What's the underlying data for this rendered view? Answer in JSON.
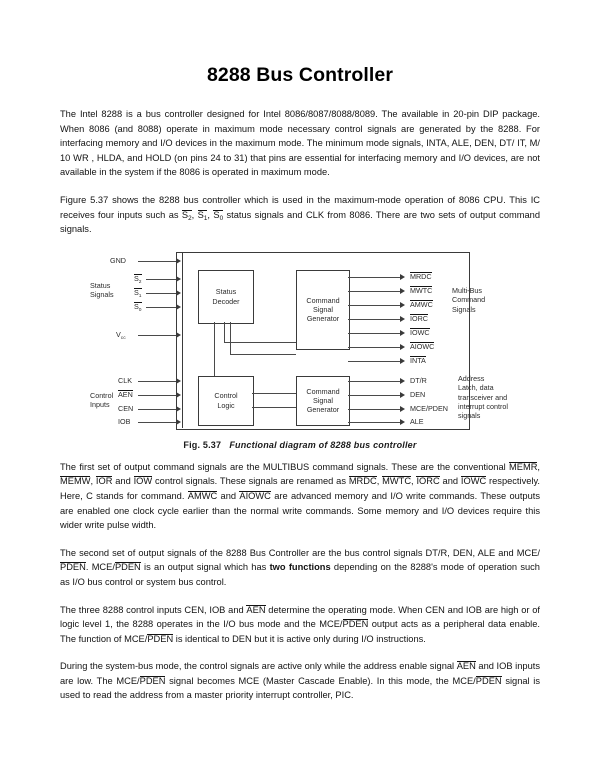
{
  "document": {
    "title": "8288 Bus Controller"
  },
  "paragraphs": {
    "p1_a": "The Intel 8288 is a  bus controller designed for Intel 8086/8087/8088/8089. The available in 20-pin DIP package. When 8086 (and 8088) operate in maximum mode necessary control signals are generated by the 8288. For interfacing memory and I/O devices in the maximum mode. The minimum mode signals, INTA, ALE, DEN, DT/ IT, M/ 10 WR , HLDA, and HOLD (on pins 24 to 31) that pins are essential for interfacing memory and I/O devices, are not available in the system if the 8086 is operated in maximum mode.",
    "p2_a": "Figure 5.37 shows the 8288 bus controller which is used in the maximum-mode operation of 8086 CPU. This IC receives four inputs such as ",
    "p2_s2": "S",
    "p2_s2sub": "2",
    "p2_s1": "S",
    "p2_s1sub": "1",
    "p2_s0": "S",
    "p2_s0sub": "0",
    "p2_b": " status signals and CLK from 8086. There are two sets of output command signals.",
    "p3_a": "The first set of output command signals are the MULTIBUS command signals. These are the conventional ",
    "p3_memr": "MEMR",
    "p3_sep1": ", ",
    "p3_memw": "MEMW",
    "p3_sep2": ", ",
    "p3_ior": "IOR",
    "p3_sep3": " and ",
    "p3_iow": "IOW",
    "p3_b": " control signals. These signals are renamed as ",
    "p3_mrdc": "MRDC",
    "p3_sep4": ", ",
    "p3_mwtc": "MWTC",
    "p3_sep5": ", ",
    "p3_iorc": "IORC",
    "p3_sep6": " and ",
    "p3_iowc": "IOWC",
    "p3_c": " respectively. Here, C stands for command. ",
    "p3_amwc": "AMWC",
    "p3_sep7": " and ",
    "p3_aiowc": "AIOWC",
    "p3_d": " are advanced memory and I/O write commands. These outputs are enabled one clock cycle earlier than the normal write commands. Some memory and I/O devices require this wider write pulse width.",
    "p4_a": "The second set of output signals of the 8288 Bus Controller are the bus control signals DT/R, DEN, ALE and MCE/",
    "p4_pden1": "PDEN",
    "p4_b": ". MCE/",
    "p4_pden2": "PDEN",
    "p4_c": " is an output signal which has ",
    "p4_bold": "two functions",
    "p4_d": " depending on the 8288's mode of operation such as I/O bus control or system bus control.",
    "p5_a": "The three 8288 control inputs CEN, IOB and ",
    "p5_aen": "AEN",
    "p5_b": " determine the operating mode. When CEN and IOB are high or of logic level 1, the 8288 operates in the I/O bus mode and the MCE/",
    "p5_pden1": "PDEN",
    "p5_c": " output acts as a peripheral data enable. The function of MCE/",
    "p5_pden2": "PDEN",
    "p5_d": " is identical to DEN but it is active only during I/O instructions.",
    "p6_a": "During the system-bus mode, the control signals are active only while the address enable signal ",
    "p6_aen": "AEN",
    "p6_b": " and IOB inputs are low. The MCE/",
    "p6_pden1": "PDEN",
    "p6_c": " signal becomes MCE (Master Cascade Enable). In this mode, the MCE/",
    "p6_pden2": "PDEN",
    "p6_d": " signal is used to read the address from a master priority interrupt controller, PIC."
  },
  "figure": {
    "caption_number": "Fig. 5.37",
    "caption_text": "Functional diagram of 8288 bus controller",
    "blocks": {
      "status_decoder": [
        "Status",
        "Decoder"
      ],
      "command_signal_generator_top": [
        "Command",
        "Signal",
        "Generator"
      ],
      "control_logic": [
        "Control",
        "Logic"
      ],
      "command_signal_generator_bottom": [
        "Command",
        "Signal",
        "Generator"
      ]
    },
    "left_labels": {
      "gnd": "GND",
      "status_signals_group": [
        "Status",
        "Signals"
      ],
      "s2": "S",
      "s2_sub": "2",
      "s1": "S",
      "s1_sub": "1",
      "s0": "S",
      "s0_sub": "0",
      "vcc": "V",
      "vcc_sub": "cc",
      "control_inputs_group": [
        "Control",
        "Inputs"
      ],
      "clk": "CLK",
      "aen": "AEN",
      "cen": "CEN",
      "iob": "IOB"
    },
    "right_labels": {
      "mrdc": "MRDC",
      "mwtc": "MWTC",
      "amwc": "AMWC",
      "iorc": "IORC",
      "iowc": "IOWC",
      "aiowc": "AIOWC",
      "inta": "INTA",
      "multibus_group": [
        "Multi-Bus",
        "Command",
        "Signals"
      ],
      "dtr": "DT/R",
      "den": "DEN",
      "mce_pden": "MCE/PDEN",
      "ale": "ALE",
      "address_group": [
        "Address",
        "Latch, data",
        "transceiver and",
        "interrupt control",
        "signals"
      ]
    }
  },
  "colors": {
    "text": "#131313",
    "diagram_line": "#3a3a3a",
    "page_bg": "#ffffff"
  }
}
